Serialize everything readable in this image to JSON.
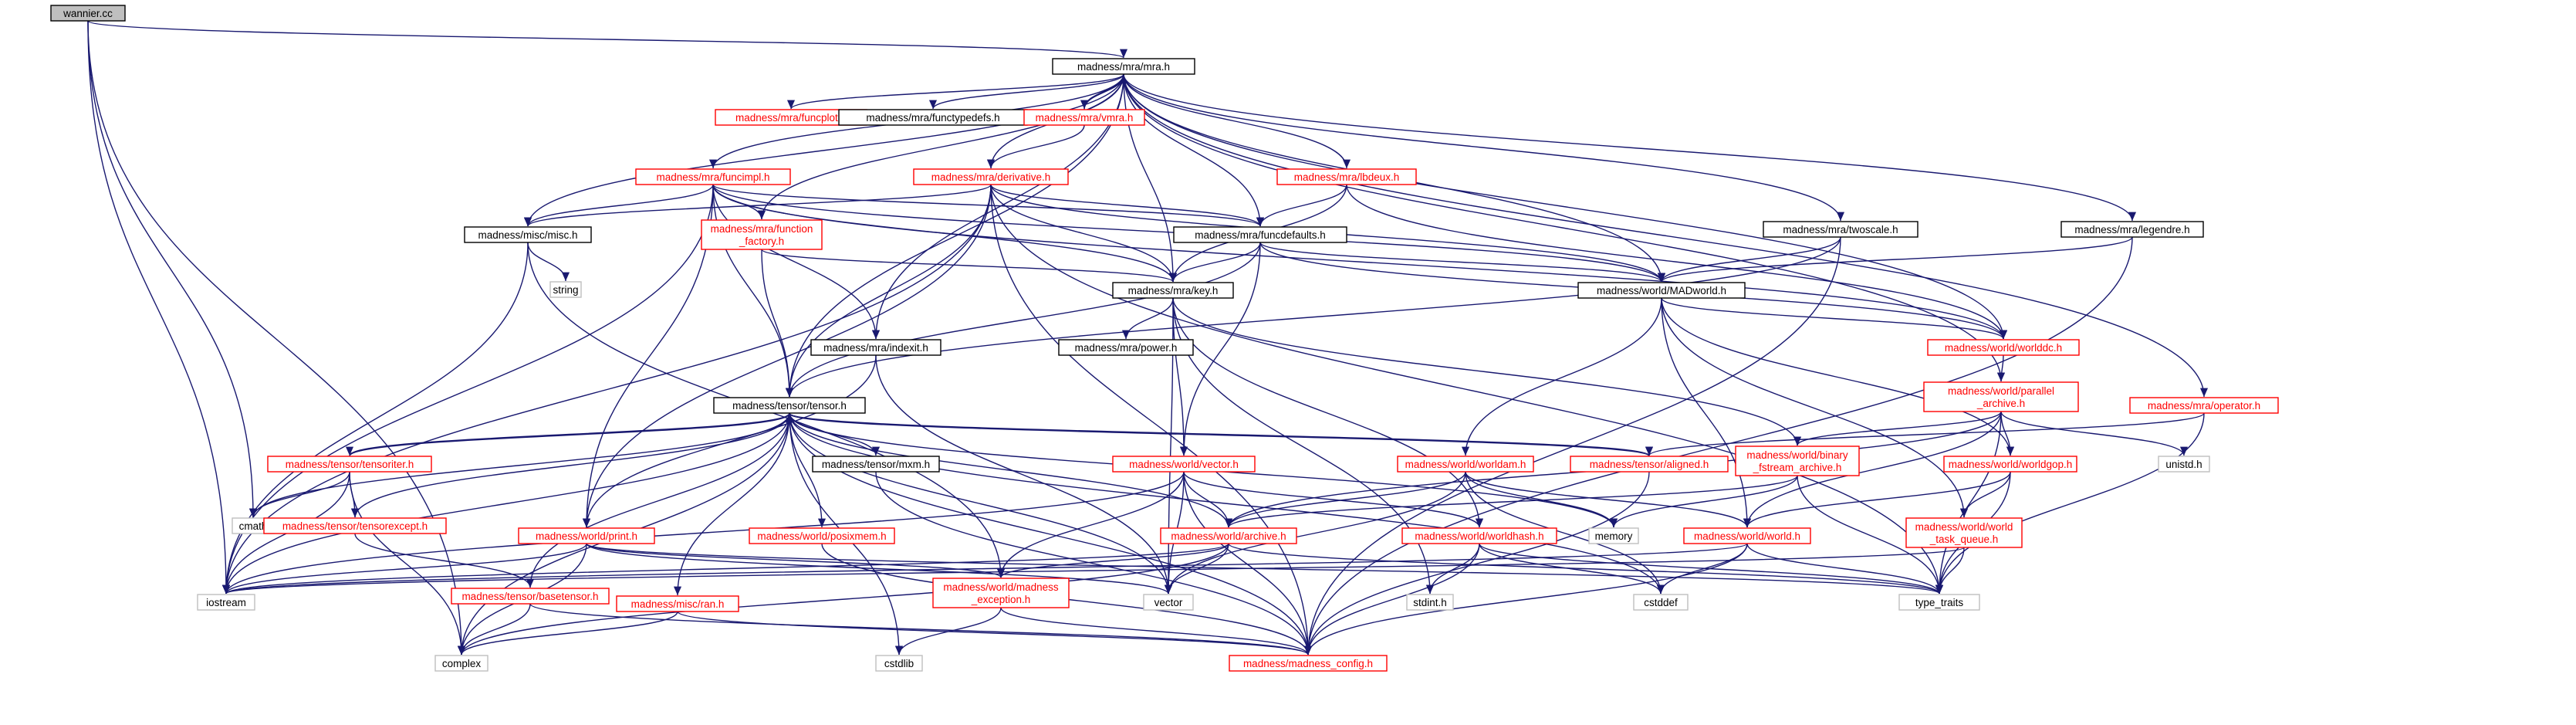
{
  "diagram": {
    "colors": {
      "edge": "#191970",
      "internal": "#000000",
      "external_missing": "#ff0000",
      "system": "#bfbfbf",
      "root_fill": "#bfbfbf"
    },
    "nodes": [
      {
        "id": "wannier",
        "lines": [
          "wannier.cc"
        ],
        "style": "root"
      },
      {
        "id": "mra",
        "lines": [
          "madness/mra/mra.h"
        ],
        "style": "black"
      },
      {
        "id": "funcplot",
        "lines": [
          "madness/mra/funcplot.h"
        ],
        "style": "red"
      },
      {
        "id": "functypedefs",
        "lines": [
          "madness/mra/functypedefs.h"
        ],
        "style": "black"
      },
      {
        "id": "vmra",
        "lines": [
          "madness/mra/vmra.h"
        ],
        "style": "red"
      },
      {
        "id": "funcimpl",
        "lines": [
          "madness/mra/funcimpl.h"
        ],
        "style": "red"
      },
      {
        "id": "derivative",
        "lines": [
          "madness/mra/derivative.h"
        ],
        "style": "red"
      },
      {
        "id": "lbdeux",
        "lines": [
          "madness/mra/lbdeux.h"
        ],
        "style": "red"
      },
      {
        "id": "misc",
        "lines": [
          "madness/misc/misc.h"
        ],
        "style": "black"
      },
      {
        "id": "funcfactory",
        "lines": [
          "madness/mra/function",
          "_factory.h"
        ],
        "style": "red"
      },
      {
        "id": "funcdefaults",
        "lines": [
          "madness/mra/funcdefaults.h"
        ],
        "style": "black"
      },
      {
        "id": "twoscale",
        "lines": [
          "madness/mra/twoscale.h"
        ],
        "style": "black"
      },
      {
        "id": "legendre",
        "lines": [
          "madness/mra/legendre.h"
        ],
        "style": "black"
      },
      {
        "id": "string",
        "lines": [
          "string"
        ],
        "style": "gray"
      },
      {
        "id": "key",
        "lines": [
          "madness/mra/key.h"
        ],
        "style": "black"
      },
      {
        "id": "madworld",
        "lines": [
          "madness/world/MADworld.h"
        ],
        "style": "black"
      },
      {
        "id": "indexit",
        "lines": [
          "madness/mra/indexit.h"
        ],
        "style": "black"
      },
      {
        "id": "power",
        "lines": [
          "madness/mra/power.h"
        ],
        "style": "black"
      },
      {
        "id": "worlddc",
        "lines": [
          "madness/world/worlddc.h"
        ],
        "style": "red"
      },
      {
        "id": "tensor",
        "lines": [
          "madness/tensor/tensor.h"
        ],
        "style": "black"
      },
      {
        "id": "parallel_archive",
        "lines": [
          "madness/world/parallel",
          "_archive.h"
        ],
        "style": "red"
      },
      {
        "id": "operator",
        "lines": [
          "madness/mra/operator.h"
        ],
        "style": "red"
      },
      {
        "id": "tensoriter",
        "lines": [
          "madness/tensor/tensoriter.h"
        ],
        "style": "red"
      },
      {
        "id": "mxm",
        "lines": [
          "madness/tensor/mxm.h"
        ],
        "style": "black"
      },
      {
        "id": "vector_h",
        "lines": [
          "madness/world/vector.h"
        ],
        "style": "red"
      },
      {
        "id": "worldam",
        "lines": [
          "madness/world/worldam.h"
        ],
        "style": "red"
      },
      {
        "id": "aligned",
        "lines": [
          "madness/tensor/aligned.h"
        ],
        "style": "red"
      },
      {
        "id": "binary_fstream",
        "lines": [
          "madness/world/binary",
          "_fstream_archive.h"
        ],
        "style": "red"
      },
      {
        "id": "unistd",
        "lines": [
          "unistd.h"
        ],
        "style": "gray"
      },
      {
        "id": "worldgop",
        "lines": [
          "madness/world/worldgop.h"
        ],
        "style": "red"
      },
      {
        "id": "cmath",
        "lines": [
          "cmath"
        ],
        "style": "gray"
      },
      {
        "id": "tensorexcept",
        "lines": [
          "madness/tensor/tensorexcept.h"
        ],
        "style": "red"
      },
      {
        "id": "print",
        "lines": [
          "madness/world/print.h"
        ],
        "style": "red"
      },
      {
        "id": "posixmem",
        "lines": [
          "madness/world/posixmem.h"
        ],
        "style": "red"
      },
      {
        "id": "archive",
        "lines": [
          "madness/world/archive.h"
        ],
        "style": "red"
      },
      {
        "id": "worldhash",
        "lines": [
          "madness/world/worldhash.h"
        ],
        "style": "red"
      },
      {
        "id": "memory",
        "lines": [
          "memory"
        ],
        "style": "gray"
      },
      {
        "id": "world",
        "lines": [
          "madness/world/world.h"
        ],
        "style": "red"
      },
      {
        "id": "task_queue",
        "lines": [
          "madness/world/world",
          "_task_queue.h"
        ],
        "style": "red"
      },
      {
        "id": "iostream",
        "lines": [
          "iostream"
        ],
        "style": "gray"
      },
      {
        "id": "basetensor",
        "lines": [
          "madness/tensor/basetensor.h"
        ],
        "style": "red"
      },
      {
        "id": "ran",
        "lines": [
          "madness/misc/ran.h"
        ],
        "style": "red"
      },
      {
        "id": "madness_exception",
        "lines": [
          "madness/world/madness",
          "_exception.h"
        ],
        "style": "red"
      },
      {
        "id": "vector",
        "lines": [
          "vector"
        ],
        "style": "gray"
      },
      {
        "id": "stdint",
        "lines": [
          "stdint.h"
        ],
        "style": "gray"
      },
      {
        "id": "cstddef",
        "lines": [
          "cstddef"
        ],
        "style": "gray"
      },
      {
        "id": "type_traits",
        "lines": [
          "type_traits"
        ],
        "style": "gray"
      },
      {
        "id": "complex",
        "lines": [
          "complex"
        ],
        "style": "gray"
      },
      {
        "id": "cstdlib",
        "lines": [
          "cstdlib"
        ],
        "style": "gray"
      },
      {
        "id": "madness_config",
        "lines": [
          "madness/madness_config.h"
        ],
        "style": "red"
      }
    ],
    "edges": [
      [
        "wannier",
        "mra"
      ],
      [
        "wannier",
        "cmath"
      ],
      [
        "wannier",
        "iostream"
      ],
      [
        "wannier",
        "complex"
      ],
      [
        "mra",
        "funcplot"
      ],
      [
        "mra",
        "functypedefs"
      ],
      [
        "mra",
        "vmra"
      ],
      [
        "mra",
        "funcimpl"
      ],
      [
        "mra",
        "derivative"
      ],
      [
        "mra",
        "lbdeux"
      ],
      [
        "mra",
        "misc"
      ],
      [
        "mra",
        "funcfactory"
      ],
      [
        "mra",
        "funcdefaults"
      ],
      [
        "mra",
        "twoscale"
      ],
      [
        "mra",
        "legendre"
      ],
      [
        "mra",
        "key"
      ],
      [
        "mra",
        "madworld"
      ],
      [
        "mra",
        "indexit"
      ],
      [
        "mra",
        "worlddc"
      ],
      [
        "mra",
        "tensor"
      ],
      [
        "mra",
        "parallel_archive"
      ],
      [
        "mra",
        "operator"
      ],
      [
        "vmra",
        "mra"
      ],
      [
        "vmra",
        "derivative"
      ],
      [
        "funcimpl",
        "misc"
      ],
      [
        "funcimpl",
        "funcfactory"
      ],
      [
        "funcimpl",
        "funcdefaults"
      ],
      [
        "funcimpl",
        "key"
      ],
      [
        "funcimpl",
        "madworld"
      ],
      [
        "funcimpl",
        "indexit"
      ],
      [
        "funcimpl",
        "worlddc"
      ],
      [
        "funcimpl",
        "tensor"
      ],
      [
        "funcimpl",
        "print"
      ],
      [
        "funcimpl",
        "iostream"
      ],
      [
        "derivative",
        "misc"
      ],
      [
        "derivative",
        "funcdefaults"
      ],
      [
        "derivative",
        "key"
      ],
      [
        "derivative",
        "madworld"
      ],
      [
        "derivative",
        "tensor"
      ],
      [
        "derivative",
        "print"
      ],
      [
        "derivative",
        "iostream"
      ],
      [
        "derivative",
        "type_traits"
      ],
      [
        "derivative",
        "madness_config"
      ],
      [
        "lbdeux",
        "funcdefaults"
      ],
      [
        "lbdeux",
        "key"
      ],
      [
        "lbdeux",
        "worlddc"
      ],
      [
        "misc",
        "string"
      ],
      [
        "misc",
        "iostream"
      ],
      [
        "misc",
        "madness_exception"
      ],
      [
        "funcfactory",
        "key"
      ],
      [
        "funcfactory",
        "tensor"
      ],
      [
        "funcdefaults",
        "key"
      ],
      [
        "funcdefaults",
        "madworld"
      ],
      [
        "funcdefaults",
        "worlddc"
      ],
      [
        "funcdefaults",
        "tensor"
      ],
      [
        "funcdefaults",
        "vector_h"
      ],
      [
        "twoscale",
        "madworld"
      ],
      [
        "twoscale",
        "tensor"
      ],
      [
        "twoscale",
        "madness_config"
      ],
      [
        "legendre",
        "madworld"
      ],
      [
        "legendre",
        "madness_config"
      ],
      [
        "key",
        "power"
      ],
      [
        "key",
        "vector_h"
      ],
      [
        "key",
        "binary_fstream"
      ],
      [
        "key",
        "worldhash"
      ],
      [
        "key",
        "vector"
      ],
      [
        "key",
        "stdint"
      ],
      [
        "madworld",
        "worlddc"
      ],
      [
        "madworld",
        "worldam"
      ],
      [
        "madworld",
        "worldgop"
      ],
      [
        "madworld",
        "world"
      ],
      [
        "madworld",
        "task_queue"
      ],
      [
        "indexit",
        "print"
      ],
      [
        "indexit",
        "vector"
      ],
      [
        "worlddc",
        "parallel_archive"
      ],
      [
        "parallel_archive",
        "archive"
      ],
      [
        "parallel_archive",
        "binary_fstream"
      ],
      [
        "parallel_archive",
        "unistd"
      ],
      [
        "parallel_archive",
        "worldgop"
      ],
      [
        "parallel_archive",
        "world"
      ],
      [
        "parallel_archive",
        "type_traits"
      ],
      [
        "operator",
        "aligned"
      ],
      [
        "operator",
        "type_traits"
      ],
      [
        "tensor",
        "tensoriter"
      ],
      [
        "tensor",
        "mxm"
      ],
      [
        "tensor",
        "aligned"
      ],
      [
        "tensor",
        "cmath"
      ],
      [
        "tensor",
        "tensorexcept"
      ],
      [
        "tensor",
        "posixmem"
      ],
      [
        "tensor",
        "archive"
      ],
      [
        "tensor",
        "basetensor"
      ],
      [
        "tensor",
        "ran"
      ],
      [
        "tensor",
        "vector"
      ],
      [
        "tensor",
        "complex"
      ],
      [
        "tensor",
        "cstdlib"
      ],
      [
        "tensor",
        "iostream"
      ],
      [
        "tensor",
        "madness_config"
      ],
      [
        "tensor",
        "cstddef"
      ],
      [
        "tensor",
        "memory"
      ],
      [
        "tensoriter",
        "tensor"
      ],
      [
        "tensoriter",
        "cmath"
      ],
      [
        "tensoriter",
        "tensorexcept"
      ],
      [
        "tensoriter",
        "iostream"
      ],
      [
        "tensoriter",
        "complex"
      ],
      [
        "aligned",
        "tensor"
      ],
      [
        "aligned",
        "madness_config"
      ],
      [
        "mxm",
        "madness_config"
      ],
      [
        "tensorexcept",
        "basetensor"
      ],
      [
        "posixmem",
        "madness_config"
      ],
      [
        "vector_h",
        "archive"
      ],
      [
        "vector_h",
        "madness_exception"
      ],
      [
        "vector_h",
        "worldhash"
      ],
      [
        "vector_h",
        "vector"
      ],
      [
        "vector_h",
        "iostream"
      ],
      [
        "vector_h",
        "madness_config"
      ],
      [
        "worldam",
        "archive"
      ],
      [
        "worldam",
        "world"
      ],
      [
        "worldam",
        "vector"
      ],
      [
        "worldam",
        "memory"
      ],
      [
        "worldam",
        "cstddef"
      ],
      [
        "binary_fstream",
        "archive"
      ],
      [
        "binary_fstream",
        "memory"
      ],
      [
        "binary_fstream",
        "type_traits"
      ],
      [
        "worldgop",
        "world"
      ],
      [
        "worldgop",
        "task_queue"
      ],
      [
        "worldgop",
        "type_traits"
      ],
      [
        "print",
        "iostream"
      ],
      [
        "print",
        "complex"
      ],
      [
        "print",
        "vector"
      ],
      [
        "print",
        "type_traits"
      ],
      [
        "print",
        "madness_exception"
      ],
      [
        "archive",
        "madness_exception"
      ],
      [
        "archive",
        "vector"
      ],
      [
        "archive",
        "iostream"
      ],
      [
        "archive",
        "complex"
      ],
      [
        "archive",
        "type_traits"
      ],
      [
        "worldhash",
        "stdint"
      ],
      [
        "worldhash",
        "cstddef"
      ],
      [
        "worldhash",
        "madness_config"
      ],
      [
        "worldhash",
        "type_traits"
      ],
      [
        "world",
        "cstddef"
      ],
      [
        "world",
        "type_traits"
      ],
      [
        "world",
        "madness_config"
      ],
      [
        "world",
        "iostream"
      ],
      [
        "task_queue",
        "type_traits"
      ],
      [
        "task_queue",
        "iostream"
      ],
      [
        "basetensor",
        "complex"
      ],
      [
        "basetensor",
        "madness_config"
      ],
      [
        "ran",
        "complex"
      ],
      [
        "ran",
        "madness_config"
      ],
      [
        "madness_exception",
        "madness_config"
      ],
      [
        "madness_exception",
        "cstdlib"
      ]
    ]
  }
}
